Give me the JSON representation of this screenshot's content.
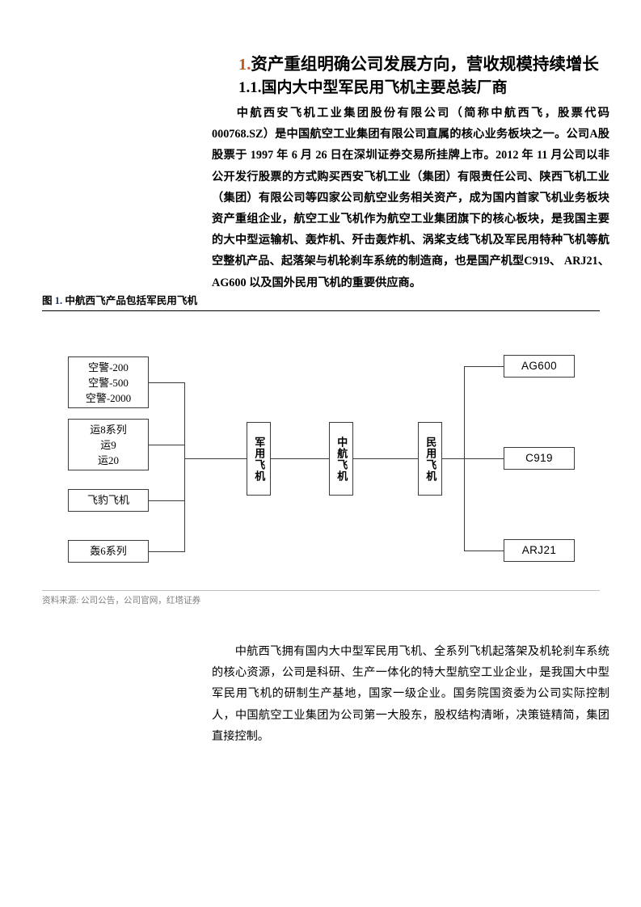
{
  "document": {
    "headings": {
      "h1_number": "1.",
      "h1_text": "资产重组明确公司发展方向，营收规模持续增长",
      "h2_number": "1.1.",
      "h2_text": "国内大中型军民用飞机主要总装厂商"
    },
    "paragraphs": {
      "intro": "中航西安飞机工业集团股份有限公司（简称中航西飞，股票代码000768.SZ）是中国航空工业集团有限公司直属的核心业务板块之一。公司A股股票于 1997 年 6 月 26 日在深圳证券交易所挂牌上市。2012 年 11 月公司以非公开发行股票的方式购买西安飞机工业（集团）有限责任公司、陕西飞机工业（集团）有限公司等四家公司航空业务相关资产，成为国内首家飞机业务板块资产重组企业，航空工业飞机作为航空工业集团旗下的核心板块，是我国主要的大中型运输机、轰炸机、歼击轰炸机、涡桨支线飞机及军民用特种飞机等航空整机产品、起落架与机轮刹车系统的制造商，也是国产机型C919、 ARJ21、AG600 以及国外民用飞机的重要供应商。",
      "closing": "中航西飞拥有国内大中型军民用飞机、全系列飞机起落架及机轮刹车系统的核心资源，公司是科研、生产一体化的特大型航空工业企业，是我国大中型军民用飞机的研制生产基地，国家一级企业。国务院国资委为公司实际控制人，中国航空工业集团为公司第一大股东，股权结构清晰，决策链精简，集团直接控制。"
    }
  },
  "figure": {
    "caption_prefix": "图",
    "caption_number": "1.",
    "caption_text": "中航西飞产品包括军民用飞机",
    "source": "资料来源: 公司公告，公司官网，红塔证券",
    "accent_color": "#1F3864",
    "line_color": "#3A3A3A",
    "nodes": {
      "center": "中航飞机",
      "military_hub": "军用飞机",
      "civil_hub": "民用飞机",
      "military_products": [
        "空警-200\n空警-500\n空警-2000",
        "运8系列\n运9\n运20",
        "飞豹飞机",
        "轰6系列"
      ],
      "military_products_lines": [
        [
          "空警-200",
          "空警-500",
          "空警-2000"
        ],
        [
          "运8系列",
          "运9",
          "运20"
        ],
        [
          "飞豹飞机"
        ],
        [
          "轰6系列"
        ]
      ],
      "civil_products": [
        "AG600",
        "C919",
        "ARJ21"
      ]
    }
  }
}
